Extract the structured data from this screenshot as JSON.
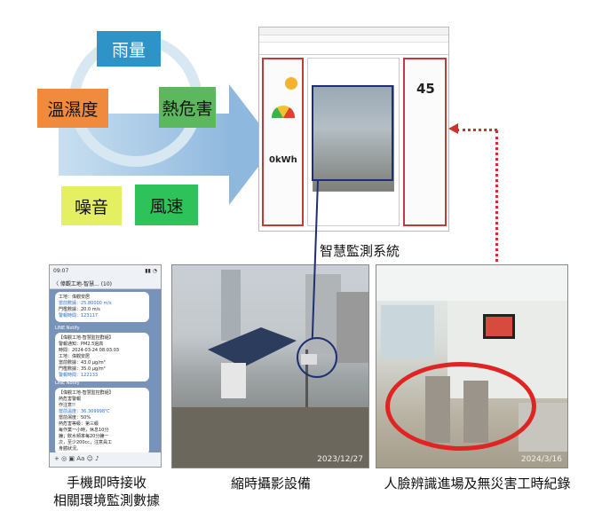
{
  "diagram": {
    "rain": "雨量",
    "heat_hazard": "熱危害",
    "temp_humidity": "溫濕度",
    "noise": "噪音",
    "wind_speed": "風速",
    "colors": {
      "rain": "#2e94c8",
      "heat_hazard": "#5cb85c",
      "temp_humidity": "#f08a3c",
      "noise": "#e4ef62",
      "wind_speed": "#2ec25a"
    }
  },
  "monitor": {
    "value_big": "45",
    "power_reading": "0kWh",
    "caption": "智慧監測系統"
  },
  "phone": {
    "status_time": "09:07",
    "chat_title": "〈 偉觀工地-智慧... (10)",
    "msg1": [
      "工地：偉觀安居",
      "當前數據：25.80000 m/s",
      "門檻數據：20.0 m/s",
      "警報時間：123117"
    ],
    "msg2_sender": "LINE Notify",
    "msg2": [
      "【偉觀工地-智慧監控群組】",
      "警報通知：PM2.5過高",
      "時間：2024-03-24 08:03:03",
      "工地：偉觀安居",
      "當前數據：43.0 μg/m³",
      "門檻數據：35.0 μg/m³",
      "警報時間：122133"
    ],
    "msg3_sender": "LINE Notify",
    "msg3": [
      "【偉觀工地-智慧監控群組】",
      "熱危害警報",
      "作注意!!",
      "當前溫度：36.309998℃",
      "當前濕度：50%",
      "熱危害等級：第三級",
      "每作業一小時，休息10分",
      "鐘；飲水頻率每20分鐘一",
      "次，至少200cc，注意員工",
      "身體狀況。"
    ],
    "input_bar": "+ ◎ ▣    Aa    ☺  ♪",
    "caption_line1": "手機即時接收",
    "caption_line2": "相關環境監測數據"
  },
  "photo_camera": {
    "date": "2023/12/27",
    "caption": "縮時攝影設備"
  },
  "photo_gate": {
    "date": "2024/3/16",
    "caption": "人臉辨識進場及無災害工時紀錄"
  }
}
